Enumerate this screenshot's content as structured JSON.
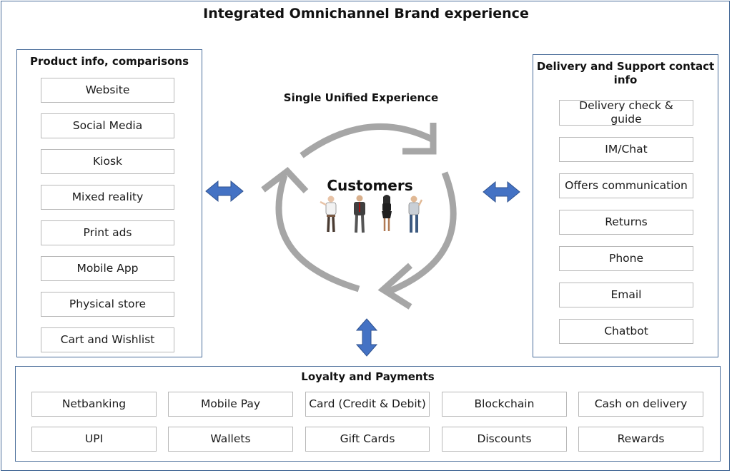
{
  "title": "Integrated Omnichannel Brand experience",
  "center": {
    "heading": "Single Unified Experience",
    "label": "Customers"
  },
  "left_panel": {
    "title": "Product info, comparisons",
    "items": [
      "Website",
      "Social Media",
      "Kiosk",
      "Mixed reality",
      "Print ads",
      "Mobile App",
      "Physical store",
      "Cart and Wishlist"
    ]
  },
  "right_panel": {
    "title": "Delivery and Support contact info",
    "items": [
      "Delivery check & guide",
      "IM/Chat",
      "Offers communication",
      "Returns",
      "Phone",
      "Email",
      "Chatbot"
    ]
  },
  "bottom_panel": {
    "title": "Loyalty and Payments",
    "row1": [
      "Netbanking",
      "Mobile Pay",
      "Card (Credit & Debit)",
      "Blockchain",
      "Cash on delivery"
    ],
    "row2": [
      "UPI",
      "Wallets",
      "Gift Cards",
      "Discounts",
      "Rewards"
    ]
  },
  "colors": {
    "border": "#4a6d9a",
    "arrow_blue": "#4472c4",
    "cycle_gray": "#a6a6a6"
  },
  "icons": [
    "cycle-arrow-icon",
    "double-arrow-icon",
    "person-icon"
  ]
}
